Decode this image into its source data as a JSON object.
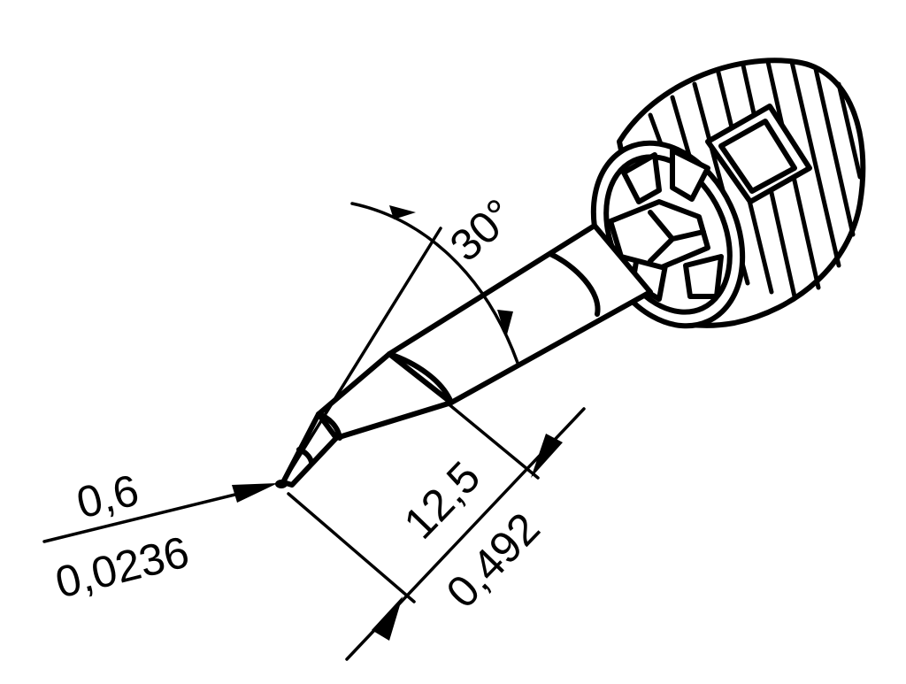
{
  "diagram": {
    "subject": "soldering-tip",
    "tip_diameter": {
      "metric": "0,6",
      "imperial": "0,0236"
    },
    "length": {
      "metric": "12,5",
      "imperial": "0,492"
    },
    "angle": {
      "value": "30°"
    }
  }
}
